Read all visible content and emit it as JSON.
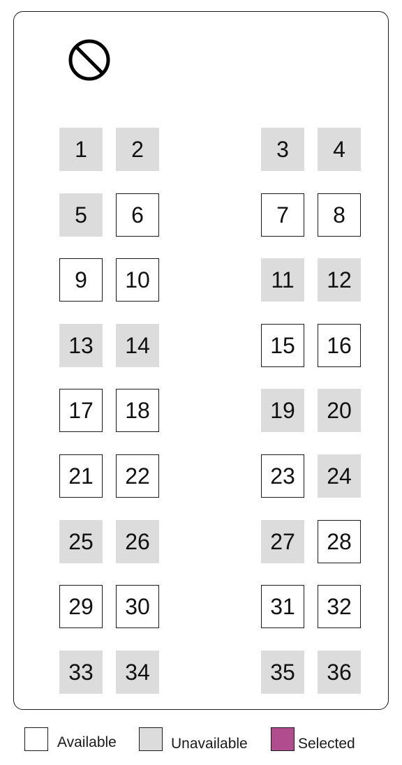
{
  "driver": {
    "icon": "prohibited-icon"
  },
  "seats": [
    {
      "number": "1",
      "status": "unavailable"
    },
    {
      "number": "2",
      "status": "unavailable"
    },
    {
      "number": "3",
      "status": "unavailable"
    },
    {
      "number": "4",
      "status": "unavailable"
    },
    {
      "number": "5",
      "status": "unavailable"
    },
    {
      "number": "6",
      "status": "available"
    },
    {
      "number": "7",
      "status": "available"
    },
    {
      "number": "8",
      "status": "available"
    },
    {
      "number": "9",
      "status": "available"
    },
    {
      "number": "10",
      "status": "available"
    },
    {
      "number": "11",
      "status": "unavailable"
    },
    {
      "number": "12",
      "status": "unavailable"
    },
    {
      "number": "13",
      "status": "unavailable"
    },
    {
      "number": "14",
      "status": "unavailable"
    },
    {
      "number": "15",
      "status": "available"
    },
    {
      "number": "16",
      "status": "available"
    },
    {
      "number": "17",
      "status": "available"
    },
    {
      "number": "18",
      "status": "available"
    },
    {
      "number": "19",
      "status": "unavailable"
    },
    {
      "number": "20",
      "status": "unavailable"
    },
    {
      "number": "21",
      "status": "available"
    },
    {
      "number": "22",
      "status": "available"
    },
    {
      "number": "23",
      "status": "available"
    },
    {
      "number": "24",
      "status": "unavailable"
    },
    {
      "number": "25",
      "status": "unavailable"
    },
    {
      "number": "26",
      "status": "unavailable"
    },
    {
      "number": "27",
      "status": "unavailable"
    },
    {
      "number": "28",
      "status": "available"
    },
    {
      "number": "29",
      "status": "available"
    },
    {
      "number": "30",
      "status": "available"
    },
    {
      "number": "31",
      "status": "available"
    },
    {
      "number": "32",
      "status": "available"
    },
    {
      "number": "33",
      "status": "unavailable"
    },
    {
      "number": "34",
      "status": "unavailable"
    },
    {
      "number": "35",
      "status": "unavailable"
    },
    {
      "number": "36",
      "status": "unavailable"
    }
  ],
  "legend": {
    "available_label": "Available",
    "unavailable_label": "Unavailable",
    "selected_label": "Selected"
  },
  "colors": {
    "available": "#ffffff",
    "unavailable": "#dcdcdc",
    "selected": "#b14c8e",
    "border": "#1a1a1a"
  }
}
